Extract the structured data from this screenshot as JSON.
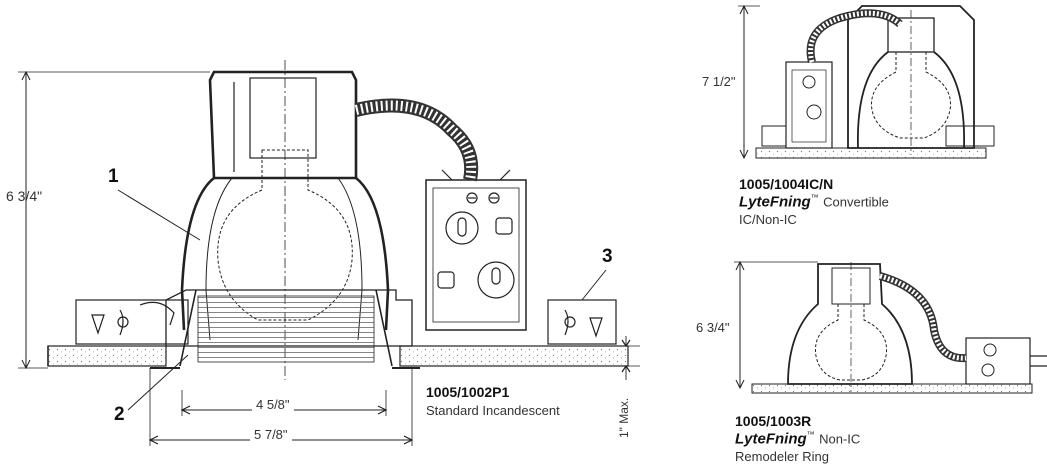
{
  "main_fixture": {
    "model": "1005/1002P1",
    "description": "Standard Incandescent",
    "height_dimension": "6 3/4\"",
    "inner_width_dimension": "4 5/8\"",
    "outer_width_dimension": "5 7/8\"",
    "ceiling_thickness": "1\" Max.",
    "callouts": [
      "1",
      "2",
      "3"
    ]
  },
  "fixture_ic": {
    "model": "1005/1004IC/N",
    "brand": "LyteFning",
    "trademark": "™",
    "description_line1": "Convertible",
    "description_line2": "IC/Non-IC",
    "height_dimension": "7 1/2\""
  },
  "fixture_remodel": {
    "model": "1005/1003R",
    "brand": "LyteFning",
    "trademark": "™",
    "description_line1": "Non-IC",
    "description_line2": "Remodeler Ring",
    "height_dimension": "6 3/4\""
  }
}
